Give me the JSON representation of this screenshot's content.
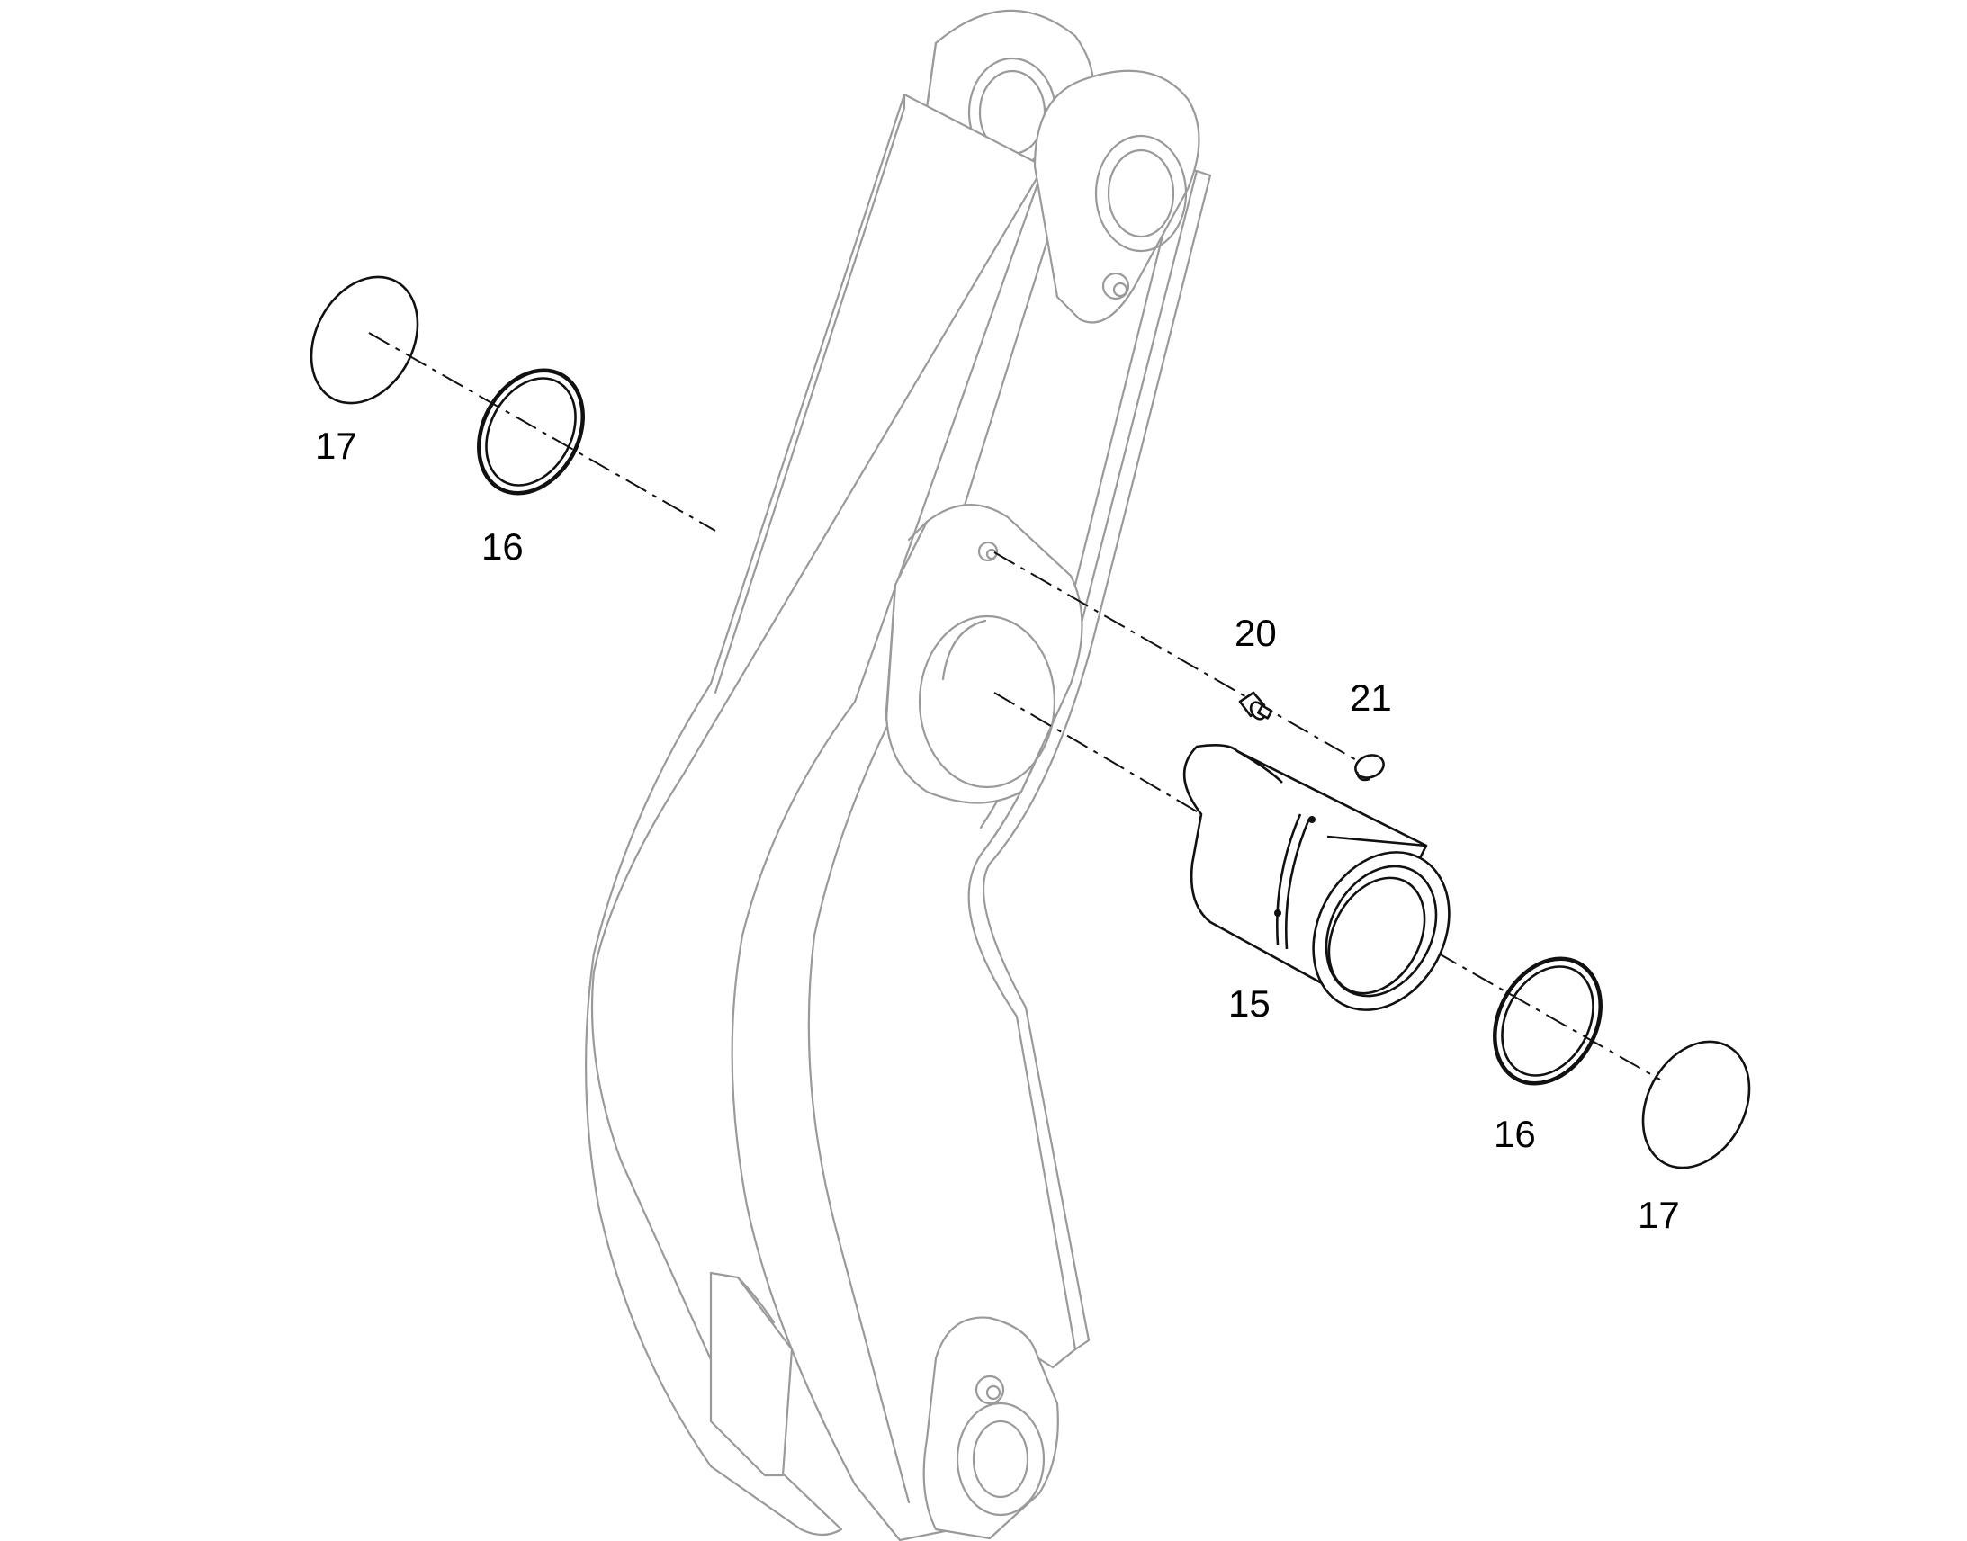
{
  "diagram": {
    "colors": {
      "frame_line": "#9a9a9a",
      "part_line": "#111111",
      "background": "#ffffff"
    },
    "callouts": [
      {
        "id": "lbl-17-left",
        "text": "17"
      },
      {
        "id": "lbl-16-left",
        "text": "16"
      },
      {
        "id": "lbl-20",
        "text": "20"
      },
      {
        "id": "lbl-21",
        "text": "21"
      },
      {
        "id": "lbl-15",
        "text": "15"
      },
      {
        "id": "lbl-16-right",
        "text": "16"
      },
      {
        "id": "lbl-17-right",
        "text": "17"
      }
    ]
  }
}
